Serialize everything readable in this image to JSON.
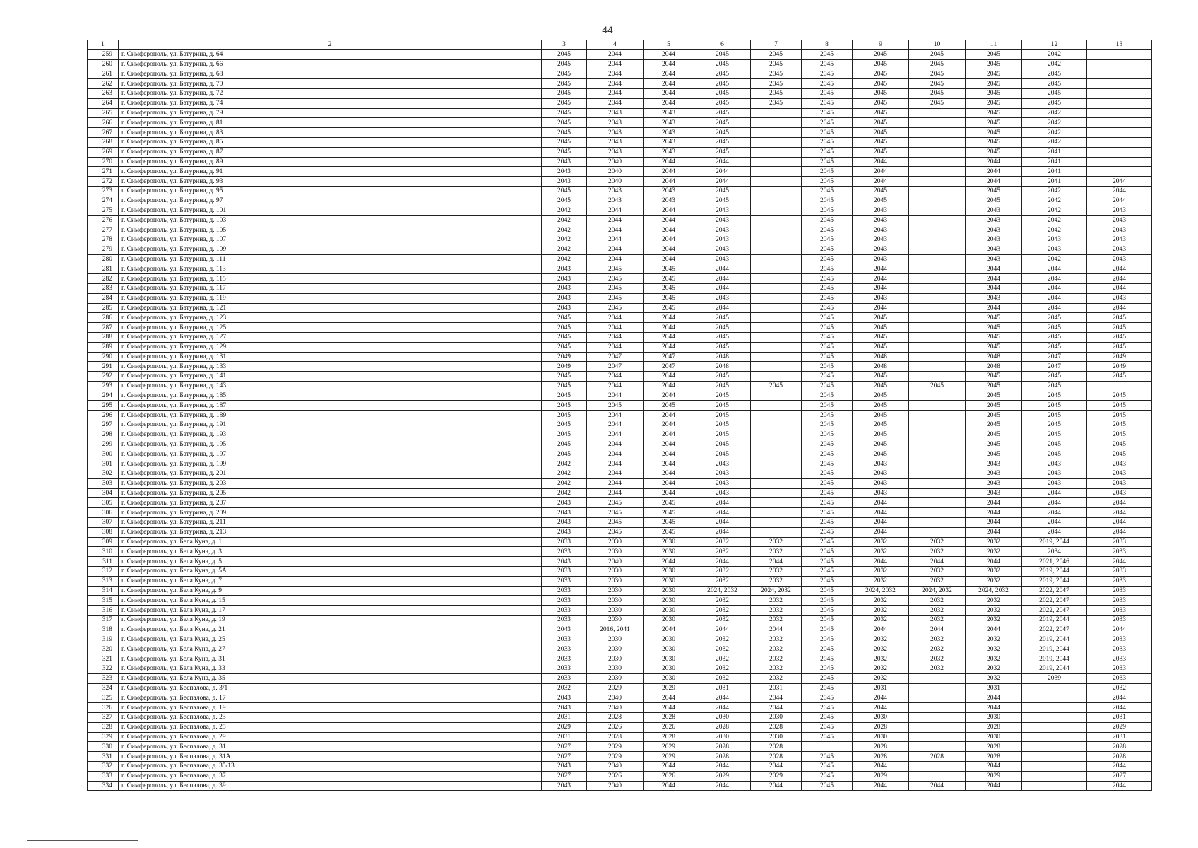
{
  "page_number": "44",
  "header": [
    "1",
    "2",
    "3",
    "4",
    "5",
    "6",
    "7",
    "8",
    "9",
    "10",
    "11",
    "12",
    "13"
  ],
  "rows": [
    [
      "259",
      "г. Симферополь, ул. Батурина, д. 64",
      "2045",
      "2044",
      "2044",
      "2045",
      "2045",
      "2045",
      "2045",
      "2045",
      "2045",
      "2042",
      ""
    ],
    [
      "260",
      "г. Симферополь, ул. Батурина, д. 66",
      "2045",
      "2044",
      "2044",
      "2045",
      "2045",
      "2045",
      "2045",
      "2045",
      "2045",
      "2042",
      ""
    ],
    [
      "261",
      "г. Симферополь, ул. Батурина, д. 68",
      "2045",
      "2044",
      "2044",
      "2045",
      "2045",
      "2045",
      "2045",
      "2045",
      "2045",
      "2045",
      ""
    ],
    [
      "262",
      "г. Симферополь, ул. Батурина, д. 70",
      "2045",
      "2044",
      "2044",
      "2045",
      "2045",
      "2045",
      "2045",
      "2045",
      "2045",
      "2045",
      ""
    ],
    [
      "263",
      "г. Симферополь, ул. Батурина, д. 72",
      "2045",
      "2044",
      "2044",
      "2045",
      "2045",
      "2045",
      "2045",
      "2045",
      "2045",
      "2045",
      ""
    ],
    [
      "264",
      "г. Симферополь, ул. Батурина, д. 74",
      "2045",
      "2044",
      "2044",
      "2045",
      "2045",
      "2045",
      "2045",
      "2045",
      "2045",
      "2045",
      ""
    ],
    [
      "265",
      "г. Симферополь, ул. Батурина, д. 79",
      "2045",
      "2043",
      "2043",
      "2045",
      "",
      "2045",
      "2045",
      "",
      "2045",
      "2042",
      ""
    ],
    [
      "266",
      "г. Симферополь, ул. Батурина, д. 81",
      "2045",
      "2043",
      "2043",
      "2045",
      "",
      "2045",
      "2045",
      "",
      "2045",
      "2042",
      ""
    ],
    [
      "267",
      "г. Симферополь, ул. Батурина, д. 83",
      "2045",
      "2043",
      "2043",
      "2045",
      "",
      "2045",
      "2045",
      "",
      "2045",
      "2042",
      ""
    ],
    [
      "268",
      "г. Симферополь, ул. Батурина, д. 85",
      "2045",
      "2043",
      "2043",
      "2045",
      "",
      "2045",
      "2045",
      "",
      "2045",
      "2042",
      ""
    ],
    [
      "269",
      "г. Симферополь, ул. Батурина, д. 87",
      "2045",
      "2043",
      "2043",
      "2045",
      "",
      "2045",
      "2045",
      "",
      "2045",
      "2041",
      ""
    ],
    [
      "270",
      "г. Симферополь, ул. Батурина, д. 89",
      "2043",
      "2040",
      "2044",
      "2044",
      "",
      "2045",
      "2044",
      "",
      "2044",
      "2041",
      ""
    ],
    [
      "271",
      "г. Симферополь, ул. Батурина, д. 91",
      "2043",
      "2040",
      "2044",
      "2044",
      "",
      "2045",
      "2044",
      "",
      "2044",
      "2041",
      ""
    ],
    [
      "272",
      "г. Симферополь, ул. Батурина, д. 93",
      "2043",
      "2040",
      "2044",
      "2044",
      "",
      "2045",
      "2044",
      "",
      "2044",
      "2041",
      "2044"
    ],
    [
      "273",
      "г. Симферополь, ул. Батурина, д. 95",
      "2045",
      "2043",
      "2043",
      "2045",
      "",
      "2045",
      "2045",
      "",
      "2045",
      "2042",
      "2044"
    ],
    [
      "274",
      "г. Симферополь, ул. Батурина, д. 97",
      "2045",
      "2043",
      "2043",
      "2045",
      "",
      "2045",
      "2045",
      "",
      "2045",
      "2042",
      "2044"
    ],
    [
      "275",
      "г. Симферополь, ул. Батурина, д. 101",
      "2042",
      "2044",
      "2044",
      "2043",
      "",
      "2045",
      "2043",
      "",
      "2043",
      "2042",
      "2043"
    ],
    [
      "276",
      "г. Симферополь, ул. Батурина, д. 103",
      "2042",
      "2044",
      "2044",
      "2043",
      "",
      "2045",
      "2043",
      "",
      "2043",
      "2042",
      "2043"
    ],
    [
      "277",
      "г. Симферополь, ул. Батурина, д. 105",
      "2042",
      "2044",
      "2044",
      "2043",
      "",
      "2045",
      "2043",
      "",
      "2043",
      "2042",
      "2043"
    ],
    [
      "278",
      "г. Симферополь, ул. Батурина, д. 107",
      "2042",
      "2044",
      "2044",
      "2043",
      "",
      "2045",
      "2043",
      "",
      "2043",
      "2043",
      "2043"
    ],
    [
      "279",
      "г. Симферополь, ул. Батурина, д. 109",
      "2042",
      "2044",
      "2044",
      "2043",
      "",
      "2045",
      "2043",
      "",
      "2043",
      "2043",
      "2043"
    ],
    [
      "280",
      "г. Симферополь, ул. Батурина, д. 111",
      "2042",
      "2044",
      "2044",
      "2043",
      "",
      "2045",
      "2043",
      "",
      "2043",
      "2042",
      "2043"
    ],
    [
      "281",
      "г. Симферополь, ул. Батурина, д. 113",
      "2043",
      "2045",
      "2045",
      "2044",
      "",
      "2045",
      "2044",
      "",
      "2044",
      "2044",
      "2044"
    ],
    [
      "282",
      "г. Симферополь, ул. Батурина, д. 115",
      "2043",
      "2045",
      "2045",
      "2044",
      "",
      "2045",
      "2044",
      "",
      "2044",
      "2044",
      "2044"
    ],
    [
      "283",
      "г. Симферополь, ул. Батурина, д. 117",
      "2043",
      "2045",
      "2045",
      "2044",
      "",
      "2045",
      "2044",
      "",
      "2044",
      "2044",
      "2044"
    ],
    [
      "284",
      "г. Симферополь, ул. Батурина, д. 119",
      "2043",
      "2045",
      "2045",
      "2043",
      "",
      "2045",
      "2043",
      "",
      "2043",
      "2044",
      "2043"
    ],
    [
      "285",
      "г. Симферополь, ул. Батурина, д. 121",
      "2043",
      "2045",
      "2045",
      "2044",
      "",
      "2045",
      "2044",
      "",
      "2044",
      "2044",
      "2044"
    ],
    [
      "286",
      "г. Симферополь, ул. Батурина, д. 123",
      "2045",
      "2044",
      "2044",
      "2045",
      "",
      "2045",
      "2045",
      "",
      "2045",
      "2045",
      "2045"
    ],
    [
      "287",
      "г. Симферополь, ул. Батурина, д. 125",
      "2045",
      "2044",
      "2044",
      "2045",
      "",
      "2045",
      "2045",
      "",
      "2045",
      "2045",
      "2045"
    ],
    [
      "288",
      "г. Симферополь, ул. Батурина, д. 127",
      "2045",
      "2044",
      "2044",
      "2045",
      "",
      "2045",
      "2045",
      "",
      "2045",
      "2045",
      "2045"
    ],
    [
      "289",
      "г. Симферополь, ул. Батурина, д. 129",
      "2045",
      "2044",
      "2044",
      "2045",
      "",
      "2045",
      "2045",
      "",
      "2045",
      "2045",
      "2045"
    ],
    [
      "290",
      "г. Симферополь, ул. Батурина, д. 131",
      "2049",
      "2047",
      "2047",
      "2048",
      "",
      "2045",
      "2048",
      "",
      "2048",
      "2047",
      "2049"
    ],
    [
      "291",
      "г. Симферополь, ул. Батурина, д. 133",
      "2049",
      "2047",
      "2047",
      "2048",
      "",
      "2045",
      "2048",
      "",
      "2048",
      "2047",
      "2049"
    ],
    [
      "292",
      "г. Симферополь, ул. Батурина, д. 141",
      "2045",
      "2044",
      "2044",
      "2045",
      "",
      "2045",
      "2045",
      "",
      "2045",
      "2045",
      "2045"
    ],
    [
      "293",
      "г. Симферополь, ул. Батурина, д. 143",
      "2045",
      "2044",
      "2044",
      "2045",
      "2045",
      "2045",
      "2045",
      "2045",
      "2045",
      "2045",
      ""
    ],
    [
      "294",
      "г. Симферополь, ул. Батурина, д. 185",
      "2045",
      "2044",
      "2044",
      "2045",
      "",
      "2045",
      "2045",
      "",
      "2045",
      "2045",
      "2045"
    ],
    [
      "295",
      "г. Симферополь, ул. Батурина, д. 187",
      "2045",
      "2045",
      "2045",
      "2045",
      "",
      "2045",
      "2045",
      "",
      "2045",
      "2045",
      "2045"
    ],
    [
      "296",
      "г. Симферополь, ул. Батурина, д. 189",
      "2045",
      "2044",
      "2044",
      "2045",
      "",
      "2045",
      "2045",
      "",
      "2045",
      "2045",
      "2045"
    ],
    [
      "297",
      "г. Симферополь, ул. Батурина, д. 191",
      "2045",
      "2044",
      "2044",
      "2045",
      "",
      "2045",
      "2045",
      "",
      "2045",
      "2045",
      "2045"
    ],
    [
      "298",
      "г. Симферополь, ул. Батурина, д. 193",
      "2045",
      "2044",
      "2044",
      "2045",
      "",
      "2045",
      "2045",
      "",
      "2045",
      "2045",
      "2045"
    ],
    [
      "299",
      "г. Симферополь, ул. Батурина, д. 195",
      "2045",
      "2044",
      "2044",
      "2045",
      "",
      "2045",
      "2045",
      "",
      "2045",
      "2045",
      "2045"
    ],
    [
      "300",
      "г. Симферополь, ул. Батурина, д. 197",
      "2045",
      "2044",
      "2044",
      "2045",
      "",
      "2045",
      "2045",
      "",
      "2045",
      "2045",
      "2045"
    ],
    [
      "301",
      "г. Симферополь, ул. Батурина, д. 199",
      "2042",
      "2044",
      "2044",
      "2043",
      "",
      "2045",
      "2043",
      "",
      "2043",
      "2043",
      "2043"
    ],
    [
      "302",
      "г. Симферополь, ул. Батурина, д. 201",
      "2042",
      "2044",
      "2044",
      "2043",
      "",
      "2045",
      "2043",
      "",
      "2043",
      "2043",
      "2043"
    ],
    [
      "303",
      "г. Симферополь, ул. Батурина, д. 203",
      "2042",
      "2044",
      "2044",
      "2043",
      "",
      "2045",
      "2043",
      "",
      "2043",
      "2043",
      "2043"
    ],
    [
      "304",
      "г. Симферополь, ул. Батурина, д. 205",
      "2042",
      "2044",
      "2044",
      "2043",
      "",
      "2045",
      "2043",
      "",
      "2043",
      "2044",
      "2043"
    ],
    [
      "305",
      "г. Симферополь, ул. Батурина, д. 207",
      "2043",
      "2045",
      "2045",
      "2044",
      "",
      "2045",
      "2044",
      "",
      "2044",
      "2044",
      "2044"
    ],
    [
      "306",
      "г. Симферополь, ул. Батурина, д. 209",
      "2043",
      "2045",
      "2045",
      "2044",
      "",
      "2045",
      "2044",
      "",
      "2044",
      "2044",
      "2044"
    ],
    [
      "307",
      "г. Симферополь, ул. Батурина, д. 211",
      "2043",
      "2045",
      "2045",
      "2044",
      "",
      "2045",
      "2044",
      "",
      "2044",
      "2044",
      "2044"
    ],
    [
      "308",
      "г. Симферополь, ул. Батурина, д. 213",
      "2043",
      "2045",
      "2045",
      "2044",
      "",
      "2045",
      "2044",
      "",
      "2044",
      "2044",
      "2044"
    ],
    [
      "309",
      "г. Симферополь, ул. Бела Куна, д. 1",
      "2033",
      "2030",
      "2030",
      "2032",
      "2032",
      "2045",
      "2032",
      "2032",
      "2032",
      "2019, 2044",
      "2033"
    ],
    [
      "310",
      "г. Симферополь, ул. Бела Куна, д. 3",
      "2033",
      "2030",
      "2030",
      "2032",
      "2032",
      "2045",
      "2032",
      "2032",
      "2032",
      "2034",
      "2033"
    ],
    [
      "311",
      "г. Симферополь, ул. Бела Куна, д. 5",
      "2043",
      "2040",
      "2044",
      "2044",
      "2044",
      "2045",
      "2044",
      "2044",
      "2044",
      "2021, 2046",
      "2044"
    ],
    [
      "312",
      "г. Симферополь, ул. Бела Куна, д. 5А",
      "2033",
      "2030",
      "2030",
      "2032",
      "2032",
      "2045",
      "2032",
      "2032",
      "2032",
      "2019, 2044",
      "2033"
    ],
    [
      "313",
      "г. Симферополь, ул. Бела Куна, д. 7",
      "2033",
      "2030",
      "2030",
      "2032",
      "2032",
      "2045",
      "2032",
      "2032",
      "2032",
      "2019, 2044",
      "2033"
    ],
    [
      "314",
      "г. Симферополь, ул. Бела Куна, д. 9",
      "2033",
      "2030",
      "2030",
      "2024, 2032",
      "2024, 2032",
      "2045",
      "2024, 2032",
      "2024, 2032",
      "2024, 2032",
      "2022, 2047",
      "2033"
    ],
    [
      "315",
      "г. Симферополь, ул. Бела Куна, д. 15",
      "2033",
      "2030",
      "2030",
      "2032",
      "2032",
      "2045",
      "2032",
      "2032",
      "2032",
      "2022, 2047",
      "2033"
    ],
    [
      "316",
      "г. Симферополь, ул. Бела Куна, д. 17",
      "2033",
      "2030",
      "2030",
      "2032",
      "2032",
      "2045",
      "2032",
      "2032",
      "2032",
      "2022, 2047",
      "2033"
    ],
    [
      "317",
      "г. Симферополь, ул. Бела Куна, д. 19",
      "2033",
      "2030",
      "2030",
      "2032",
      "2032",
      "2045",
      "2032",
      "2032",
      "2032",
      "2019, 2044",
      "2033"
    ],
    [
      "318",
      "г. Симферополь, ул. Бела Куна, д. 21",
      "2043",
      "2016, 2041",
      "2044",
      "2044",
      "2044",
      "2045",
      "2044",
      "2044",
      "2044",
      "2022, 2047",
      "2044"
    ],
    [
      "319",
      "г. Симферополь, ул. Бела Куна, д. 25",
      "2033",
      "2030",
      "2030",
      "2032",
      "2032",
      "2045",
      "2032",
      "2032",
      "2032",
      "2019, 2044",
      "2033"
    ],
    [
      "320",
      "г. Симферополь, ул. Бела Куна, д. 27",
      "2033",
      "2030",
      "2030",
      "2032",
      "2032",
      "2045",
      "2032",
      "2032",
      "2032",
      "2019, 2044",
      "2033"
    ],
    [
      "321",
      "г. Симферополь, ул. Бела Куна, д. 31",
      "2033",
      "2030",
      "2030",
      "2032",
      "2032",
      "2045",
      "2032",
      "2032",
      "2032",
      "2019, 2044",
      "2033"
    ],
    [
      "322",
      "г. Симферополь, ул. Бела Куна, д. 33",
      "2033",
      "2030",
      "2030",
      "2032",
      "2032",
      "2045",
      "2032",
      "2032",
      "2032",
      "2019, 2044",
      "2033"
    ],
    [
      "323",
      "г. Симферополь, ул. Бела Куна, д. 35",
      "2033",
      "2030",
      "2030",
      "2032",
      "2032",
      "2045",
      "2032",
      "",
      "2032",
      "2039",
      "2033"
    ],
    [
      "324",
      "г. Симферополь, ул. Беспалова, д. 3/1",
      "2032",
      "2029",
      "2029",
      "2031",
      "2031",
      "2045",
      "2031",
      "",
      "2031",
      "",
      "2032"
    ],
    [
      "325",
      "г. Симферополь, ул. Беспалова, д. 17",
      "2043",
      "2040",
      "2044",
      "2044",
      "2044",
      "2045",
      "2044",
      "",
      "2044",
      "",
      "2044"
    ],
    [
      "326",
      "г. Симферополь, ул. Беспалова, д. 19",
      "2043",
      "2040",
      "2044",
      "2044",
      "2044",
      "2045",
      "2044",
      "",
      "2044",
      "",
      "2044"
    ],
    [
      "327",
      "г. Симферополь, ул. Беспалова, д. 23",
      "2031",
      "2028",
      "2028",
      "2030",
      "2030",
      "2045",
      "2030",
      "",
      "2030",
      "",
      "2031"
    ],
    [
      "328",
      "г. Симферополь, ул. Беспалова, д. 25",
      "2029",
      "2026",
      "2026",
      "2028",
      "2028",
      "2045",
      "2028",
      "",
      "2028",
      "",
      "2029"
    ],
    [
      "329",
      "г. Симферополь, ул. Беспалова, д. 29",
      "2031",
      "2028",
      "2028",
      "2030",
      "2030",
      "2045",
      "2030",
      "",
      "2030",
      "",
      "2031"
    ],
    [
      "330",
      "г. Симферополь, ул. Беспалова, д. 31",
      "2027",
      "2029",
      "2029",
      "2028",
      "2028",
      "",
      "2028",
      "",
      "2028",
      "",
      "2028"
    ],
    [
      "331",
      "г. Симферополь, ул. Беспалова, д. 31А",
      "2027",
      "2029",
      "2029",
      "2028",
      "2028",
      "2045",
      "2028",
      "2028",
      "2028",
      "",
      "2028"
    ],
    [
      "332",
      "г. Симферополь, ул. Беспалова, д. 35/13",
      "2043",
      "2040",
      "2044",
      "2044",
      "2044",
      "2045",
      "2044",
      "",
      "2044",
      "",
      "2044"
    ],
    [
      "333",
      "г. Симферополь, ул. Беспалова, д. 37",
      "2027",
      "2026",
      "2026",
      "2029",
      "2029",
      "2045",
      "2029",
      "",
      "2029",
      "",
      "2027"
    ],
    [
      "334",
      "г. Симферополь, ул. Беспалова, д. 39",
      "2043",
      "2040",
      "2044",
      "2044",
      "2044",
      "2045",
      "2044",
      "2044",
      "2044",
      "",
      "2044"
    ]
  ]
}
